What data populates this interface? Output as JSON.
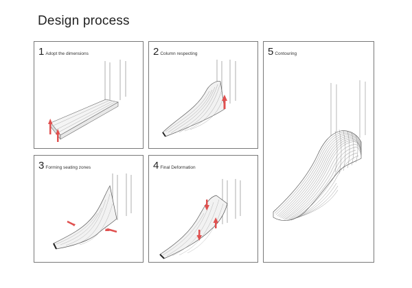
{
  "title": "Design process",
  "colors": {
    "arrow": "#e0504f",
    "line": "#555555",
    "border": "#777777"
  },
  "steps": [
    {
      "num": "1",
      "label": "Adopt the dimensions"
    },
    {
      "num": "2",
      "label": "Column respecting"
    },
    {
      "num": "3",
      "label": "Forming seating zones"
    },
    {
      "num": "4",
      "label": "Final Deformation"
    },
    {
      "num": "5",
      "label": "Contouring"
    }
  ]
}
